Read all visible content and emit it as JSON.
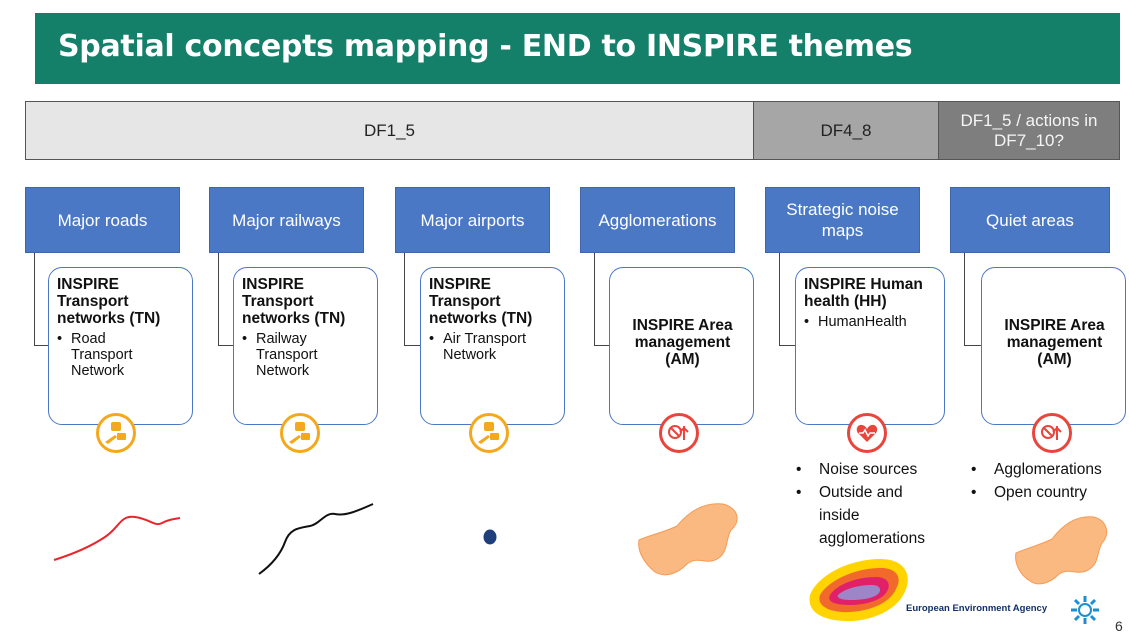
{
  "title": "Spatial concepts mapping - END to INSPIRE themes",
  "bands": [
    {
      "label": "DF1_5",
      "color": "#e6e6e6"
    },
    {
      "label": "DF4_8",
      "color": "#a6a6a6"
    },
    {
      "label": "DF1_5 / actions in DF7_10?",
      "color": "#7e7e7e"
    }
  ],
  "columns": [
    {
      "category": "Major roads",
      "theme_title": "INSPIRE Transport networks (TN)",
      "theme_items": [
        "Road Transport Network"
      ],
      "icon": "transport-icon",
      "geometry": "red-line"
    },
    {
      "category": "Major railways",
      "theme_title": "INSPIRE Transport networks (TN)",
      "theme_items": [
        "Railway Transport Network"
      ],
      "icon": "transport-icon",
      "geometry": "black-line"
    },
    {
      "category": "Major airports",
      "theme_title": "INSPIRE Transport networks (TN)",
      "theme_items": [
        "Air Transport Network"
      ],
      "icon": "transport-icon",
      "geometry": "point"
    },
    {
      "category": "Agglomerations",
      "theme_title": "INSPIRE Area management (AM)",
      "theme_items": [],
      "icon": "area-management-icon",
      "geometry": "polygon"
    },
    {
      "category": "Strategic noise maps",
      "theme_title": "INSPIRE Human health (HH)",
      "theme_items": [
        "HumanHealth"
      ],
      "icon": "human-health-icon",
      "notes": [
        "Noise sources",
        "Outside and inside agglomerations"
      ],
      "geometry": "noise-contour"
    },
    {
      "category": "Quiet areas",
      "theme_title": "INSPIRE Area management (AM)",
      "theme_items": [],
      "icon": "area-management-icon",
      "notes": [
        "Agglomerations",
        "Open country"
      ],
      "geometry": "polygon"
    }
  ],
  "footer": {
    "agency": "European Environment Agency",
    "page_number": "6"
  },
  "colors": {
    "title_bar": "#15806a",
    "category_box": "#4a78c4",
    "transport_icon": "#f4a81d",
    "area_icon": "#e8453c",
    "polygon_fill": "#fbb982",
    "road_line": "#e8262c",
    "railway_line": "#111111",
    "airport_point": "#1f3f7a"
  }
}
